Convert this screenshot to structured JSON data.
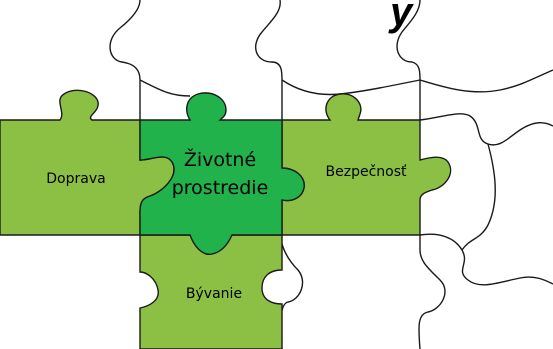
{
  "pieces": {
    "doprava": "Doprava",
    "zivotne_line1": "Životné",
    "zivotne_line2": "prostredie",
    "bezpecnost": "Bezpečnosť",
    "byvanie": "Bývanie"
  },
  "partial_title_fragment": "y",
  "colors": {
    "light_green": "#8CC044",
    "bright_green": "#21B24B",
    "outline": "#1a1a1a"
  }
}
